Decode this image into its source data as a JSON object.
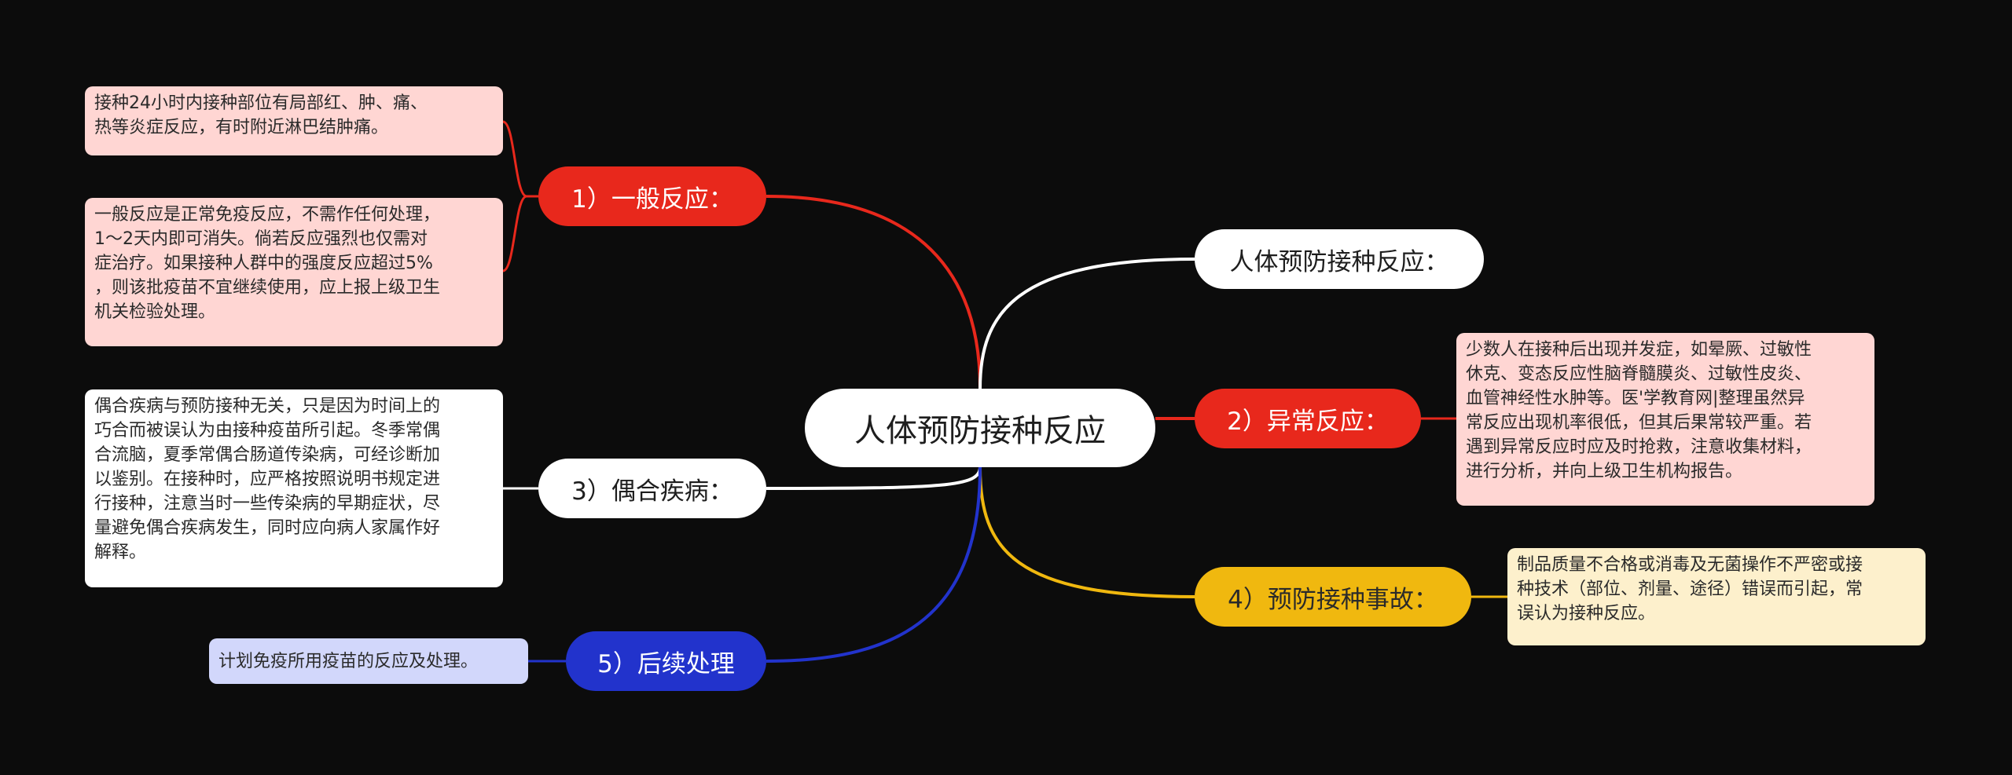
{
  "colors": {
    "background": "#0c0c0c",
    "red": "#e8281c",
    "yellow": "#f0b80f",
    "blue": "#2233cc",
    "white": "#ffffff",
    "pink_leaf": "#ffd6d3",
    "yellow_leaf": "#fdf0cc",
    "blue_leaf": "#d2d7fb"
  },
  "root": {
    "label": "人体预防接种反应"
  },
  "branches": {
    "general": {
      "label": "1）一般反应：",
      "leaf1": "接种24小时内接种部位有局部红、肿、痛、\n热等炎症反应，有时附近淋巴结肿痛。",
      "leaf2": "一般反应是正常免疫反应，不需作任何处理，\n1～2天内即可消失。倘若反应强烈也仅需对\n症治疗。如果接种人群中的强度反应超过5%\n，则该批疫苗不宜继续使用，应上报上级卫生\n机关检验处理。"
    },
    "coincidental": {
      "label": "3）偶合疾病：",
      "leaf": "偶合疾病与预防接种无关，只是因为时间上的\n巧合而被误认为由接种疫苗所引起。冬季常偶\n合流脑，夏季常偶合肠道传染病，可经诊断加\n以鉴别。在接种时，应严格按照说明书规定进\n行接种，注意当时一些传染病的早期症状，尽\n量避免偶合疾病发生，同时应向病人家属作好\n解释。"
    },
    "followup": {
      "label": "5）后续处理",
      "leaf": "计划免疫所用疫苗的反应及处理。"
    },
    "overview": {
      "label": "人体预防接种反应："
    },
    "abnormal": {
      "label": "2）异常反应：",
      "leaf": "少数人在接种后出现并发症，如晕厥、过敏性\n休克、变态反应性脑脊髓膜炎、过敏性皮炎、\n血管神经性水肿等。医'学教育网|整理虽然异\n常反应出现机率很低，但其后果常较严重。若\n遇到异常反应时应及时抢救，注意收集材料，\n进行分析，并向上级卫生机构报告。"
    },
    "accident": {
      "label": "4）预防接种事故：",
      "leaf": "制品质量不合格或消毒及无菌操作不严密或接\n种技术（部位、剂量、途径）错误而引起，常\n误认为接种反应。"
    }
  }
}
